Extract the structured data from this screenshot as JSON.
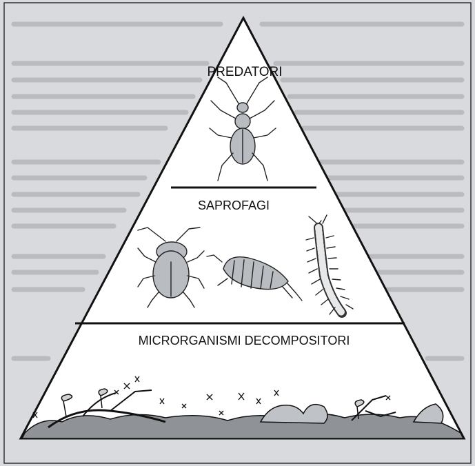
{
  "pyramid": {
    "levels": [
      {
        "label": "PREDATORI",
        "icon": "ground-beetle-icon"
      },
      {
        "label": "SAPROFAGI",
        "icons": [
          "cockroach-icon",
          "woodlouse-icon",
          "millipede-icon"
        ]
      },
      {
        "label": "MICRORGANISMI DECOMPOSITORI",
        "icon": "soil-litter-icon"
      }
    ]
  },
  "colors": {
    "background": "#d9dadd",
    "pyramid_fill": "#ffffff",
    "line": "#111111"
  }
}
